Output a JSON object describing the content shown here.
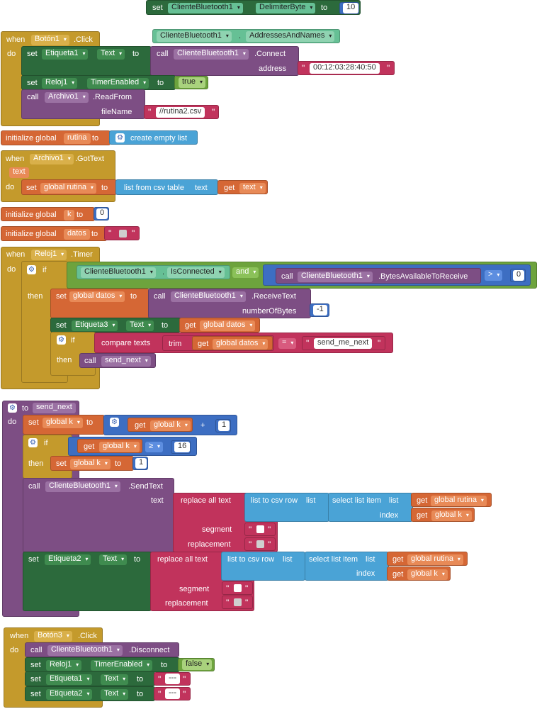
{
  "blocks": {
    "delim": {
      "set": "set",
      "comp": "ClienteBluetooth1",
      "prop": "DelimiterByte",
      "to": "to",
      "value": "10"
    },
    "addr": {
      "comp": "ClienteBluetooth1",
      "prop": "AddressesAndNames",
      "dot": "."
    },
    "btn1": {
      "when": "when",
      "comp": "Botón1",
      "event": ".Click",
      "do": "do",
      "set_et1": {
        "set": "set",
        "comp": "Etiqueta1",
        "prop": "Text",
        "to": "to"
      },
      "connect": {
        "call": "call",
        "comp": "ClienteBluetooth1",
        "method": ".Connect",
        "param": "address",
        "value": "00:12:03:28:40:50"
      },
      "set_reloj": {
        "set": "set",
        "comp": "Reloj1",
        "prop": "TimerEnabled",
        "to": "to",
        "value": "true"
      },
      "readfrom": {
        "call": "call",
        "comp": "Archivo1",
        "method": ".ReadFrom",
        "param": "fileName",
        "value": "//rutina2.csv"
      }
    },
    "init_rutina": {
      "label": "initialize global",
      "name": "rutina",
      "to": "to",
      "value": "create empty list"
    },
    "gottext": {
      "when": "when",
      "comp": "Archivo1",
      "event": ".GotText",
      "param": "text",
      "do": "do",
      "set": "set",
      "var": "global rutina",
      "to": "to",
      "fn": "list from csv table",
      "arg": "text",
      "get": "get",
      "getvar": "text"
    },
    "init_k": {
      "label": "initialize global",
      "name": "k",
      "to": "to",
      "value": "0"
    },
    "init_datos": {
      "label": "initialize global",
      "name": "datos",
      "to": "to"
    },
    "timer": {
      "when": "when",
      "comp": "Reloj1",
      "event": ".Timer",
      "do": "do",
      "if": "if",
      "then": "then",
      "isconnected": {
        "comp": "ClienteBluetooth1",
        "prop": "IsConnected"
      },
      "and": "and",
      "bytes": {
        "call": "call",
        "comp": "ClienteBluetooth1",
        "method": ".BytesAvailableToReceive",
        "op": ">",
        "value": "0"
      },
      "set_datos": {
        "set": "set",
        "var": "global datos",
        "to": "to"
      },
      "receive": {
        "call": "call",
        "comp": "ClienteBluetooth1",
        "method": ".ReceiveText",
        "param": "numberOfBytes",
        "value": "-1"
      },
      "set_et3": {
        "set": "set",
        "comp": "Etiqueta3",
        "prop": "Text",
        "to": "to",
        "get": "get",
        "var": "global datos"
      },
      "if2": "if",
      "compare": "compare texts",
      "trim": "trim",
      "get2": "get",
      "var2": "global datos",
      "op": "=",
      "str": "send_me_next",
      "then2": "then",
      "call": "call",
      "proc": "send_next"
    },
    "proc": {
      "to": "to",
      "name": "send_next",
      "do": "do",
      "set_k": {
        "set": "set",
        "var": "global k",
        "to": "to",
        "get": "get",
        "getvar": "global k",
        "op": "+",
        "value": "1"
      },
      "if": "if",
      "get": "get",
      "var": "global k",
      "op": "≥",
      "value": "16",
      "then": "then",
      "set2": "set",
      "var2": "global k",
      "to2": "to",
      "value2": "1",
      "send": {
        "call": "call",
        "comp": "ClienteBluetooth1",
        "method": ".SendText",
        "param": "text",
        "replace": "replace all text",
        "csvrow": "list to csv row",
        "list": "list",
        "select": "select list item",
        "list2": "list",
        "get": "get",
        "rutina": "global rutina",
        "index": "index",
        "get2": "get",
        "k": "global k",
        "segment": "segment",
        "replacement": "replacement"
      },
      "set_et2": {
        "set": "set",
        "comp": "Etiqueta2",
        "prop": "Text",
        "to": "to",
        "replace": "replace all text",
        "csvrow": "list to csv row",
        "list": "list",
        "select": "select list item",
        "list2": "list",
        "get": "get",
        "rutina": "global rutina",
        "index": "index",
        "get2": "get",
        "k": "global k",
        "segment": "segment",
        "replacement": "replacement"
      }
    },
    "btn3": {
      "when": "when",
      "comp": "Botón3",
      "event": ".Click",
      "do": "do",
      "disconnect": {
        "call": "call",
        "comp": "ClienteBluetooth1",
        "method": ".Disconnect"
      },
      "set_reloj": {
        "set": "set",
        "comp": "Reloj1",
        "prop": "TimerEnabled",
        "to": "to",
        "value": "false"
      },
      "set_et1": {
        "set": "set",
        "comp": "Etiqueta1",
        "prop": "Text",
        "to": "to",
        "value": "---"
      },
      "set_et2": {
        "set": "set",
        "comp": "Etiqueta2",
        "prop": "Text",
        "to": "to",
        "value": "---"
      }
    }
  }
}
